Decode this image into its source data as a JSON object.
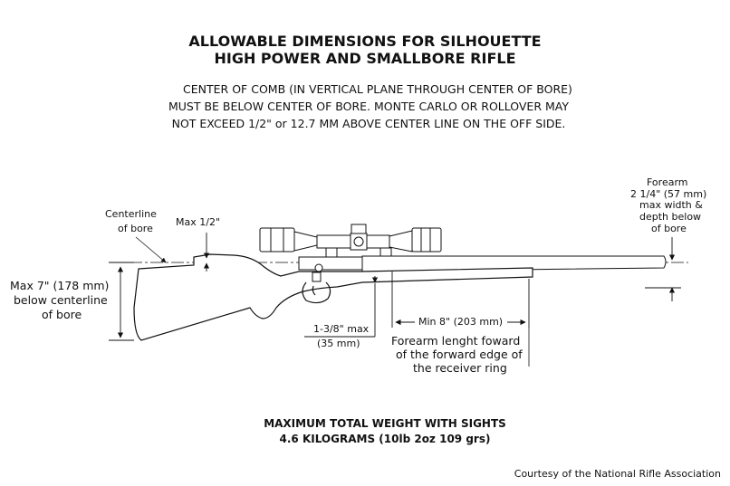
{
  "title": {
    "line1": "ALLOWABLE DIMENSIONS FOR SILHOUETTE",
    "line2": "HIGH POWER AND SMALLBORE RIFLE"
  },
  "comb_note": {
    "line1": "CENTER OF COMB (IN VERTICAL PLANE THROUGH CENTER OF BORE)",
    "line2": "MUST BE BELOW CENTER OF BORE. MONTE CARLO OR ROLLOVER MAY",
    "line3": "NOT EXCEED 1/2\" or 12.7 MM ABOVE CENTER LINE ON THE OFF SIDE."
  },
  "labels": {
    "centerline_1": "Centerline",
    "centerline_2": "of bore",
    "max_half_inch": "Max 1/2\"",
    "max7_1": "Max 7\" (178 mm)",
    "max7_2": "below centerline",
    "max7_3": "of bore",
    "grip_1": "1-3/8\" max",
    "grip_2": "(35 mm)",
    "min8": "Min 8\" (203 mm)",
    "forearm_len_1": "Forearm lenght foward",
    "forearm_len_2": "of the forward edge of",
    "forearm_len_3": "the receiver ring",
    "forearm_1": "Forearm",
    "forearm_2": "2 1/4\" (57 mm)",
    "forearm_3": "max width &",
    "forearm_4": "depth below",
    "forearm_5": "of bore"
  },
  "weight": {
    "line1": "MAXIMUM TOTAL WEIGHT WITH SIGHTS",
    "line2": "4.6 KILOGRAMS (10lb 2oz 109 grs)"
  },
  "credit": "Courtesy of the National Rifle Association"
}
